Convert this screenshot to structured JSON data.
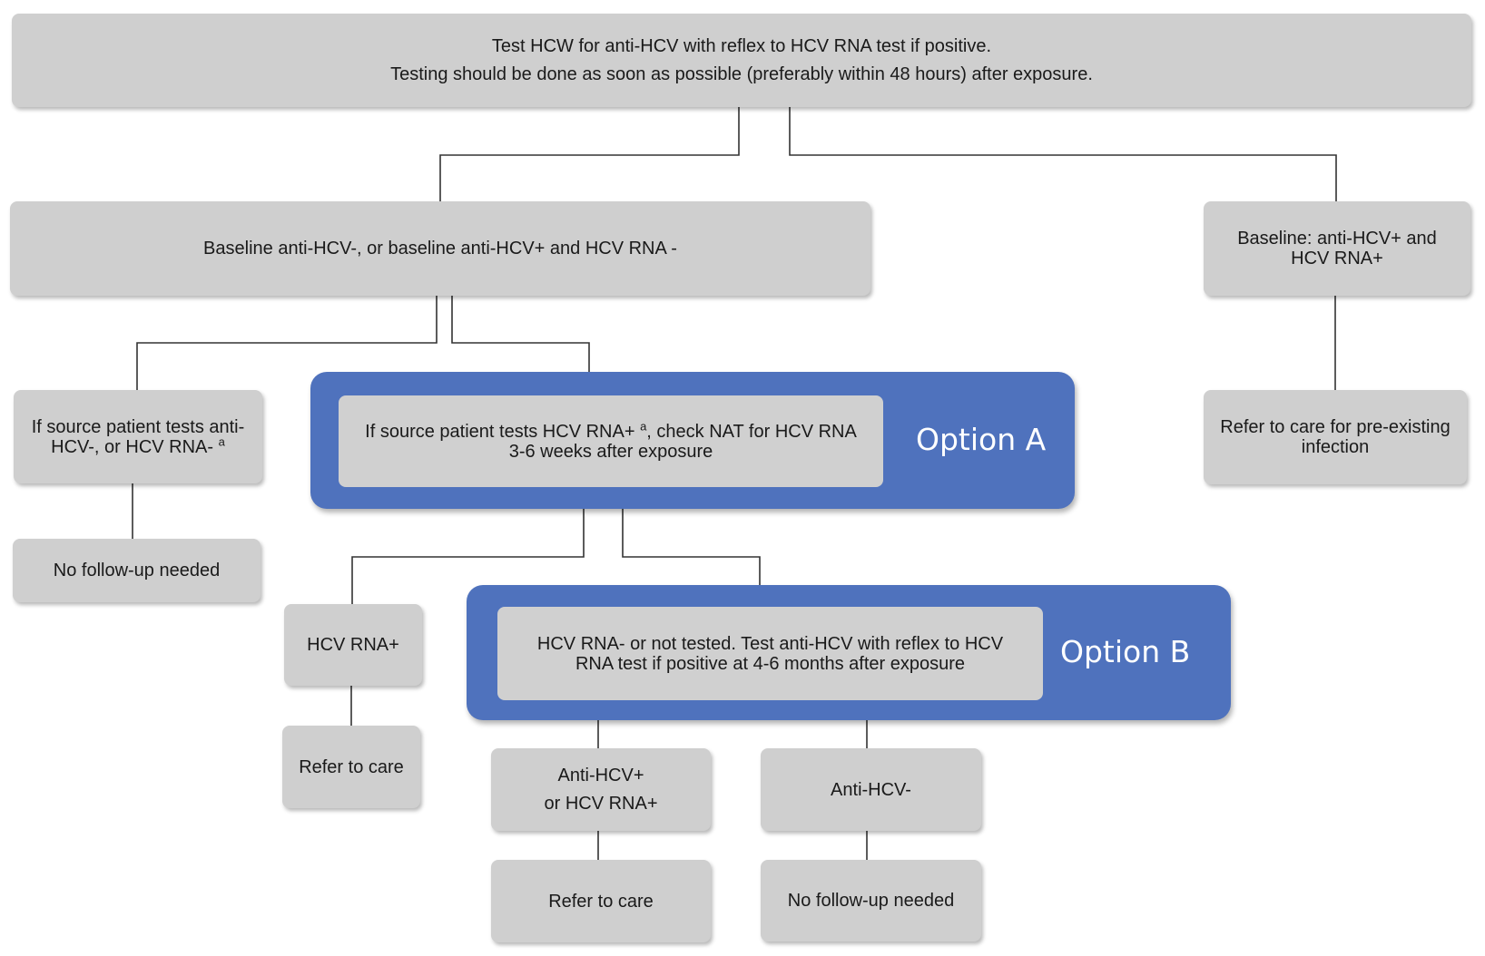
{
  "colors": {
    "option_panel": "#4f72bd",
    "box": "#cfcfcf",
    "connector": "#333333"
  },
  "nodes": {
    "top": {
      "line1": "Test HCW for anti-HCV with reflex to HCV RNA test if positive.",
      "line2": "Testing should be done as soon as possible (preferably within 48 hours) after exposure."
    },
    "baseline_neg": {
      "text": "Baseline anti-HCV-, or baseline anti-HCV+ and HCV RNA -"
    },
    "baseline_pos": {
      "text": "Baseline: anti-HCV+ and\nHCV RNA+"
    },
    "source_neg": {
      "text": "If source patient tests anti-\nHCV-, or HCV RNA- ",
      "sup": "a"
    },
    "no_followup_1": {
      "text": "No follow-up needed"
    },
    "option_a": {
      "label": "Option A",
      "text_before": "If source patient tests HCV RNA+ ",
      "sup": "a",
      "text_after": ", check NAT for HCV RNA\n3-6 weeks after exposure"
    },
    "refer_preexisting": {
      "text": "Refer to care for pre-existing\ninfection"
    },
    "hcv_rna_pos": {
      "text": "HCV RNA+"
    },
    "refer_care_1": {
      "text": "Refer to care"
    },
    "option_b": {
      "label": "Option B",
      "text": "HCV RNA- or not tested. Test anti-HCV with reflex to HCV\nRNA test if positive at 4-6 months after exposure"
    },
    "anti_hcv_pos": {
      "text": "Anti-HCV+\nor HCV RNA+"
    },
    "anti_hcv_neg": {
      "text": "Anti-HCV-"
    },
    "refer_care_2": {
      "text": "Refer to care"
    },
    "no_followup_2": {
      "text": "No follow-up needed"
    }
  }
}
